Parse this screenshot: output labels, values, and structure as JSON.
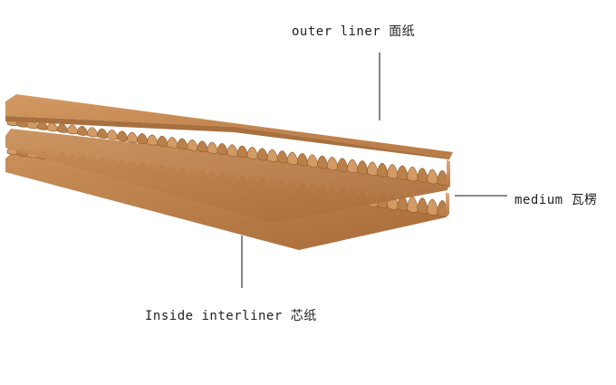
{
  "labels": {
    "outer_liner": "outer liner 面纸",
    "medium": "medium 瓦楞",
    "inside_interliner": "Inside interliner 芯纸"
  },
  "colors": {
    "liner_top": "#c98a55",
    "liner_light": "#dba676",
    "liner_dark": "#9a6335",
    "flute_light": "#d49a63",
    "flute_dark": "#8e5a2e",
    "edge": "#b97b45",
    "leader_line": "#444444",
    "text": "#222222"
  }
}
